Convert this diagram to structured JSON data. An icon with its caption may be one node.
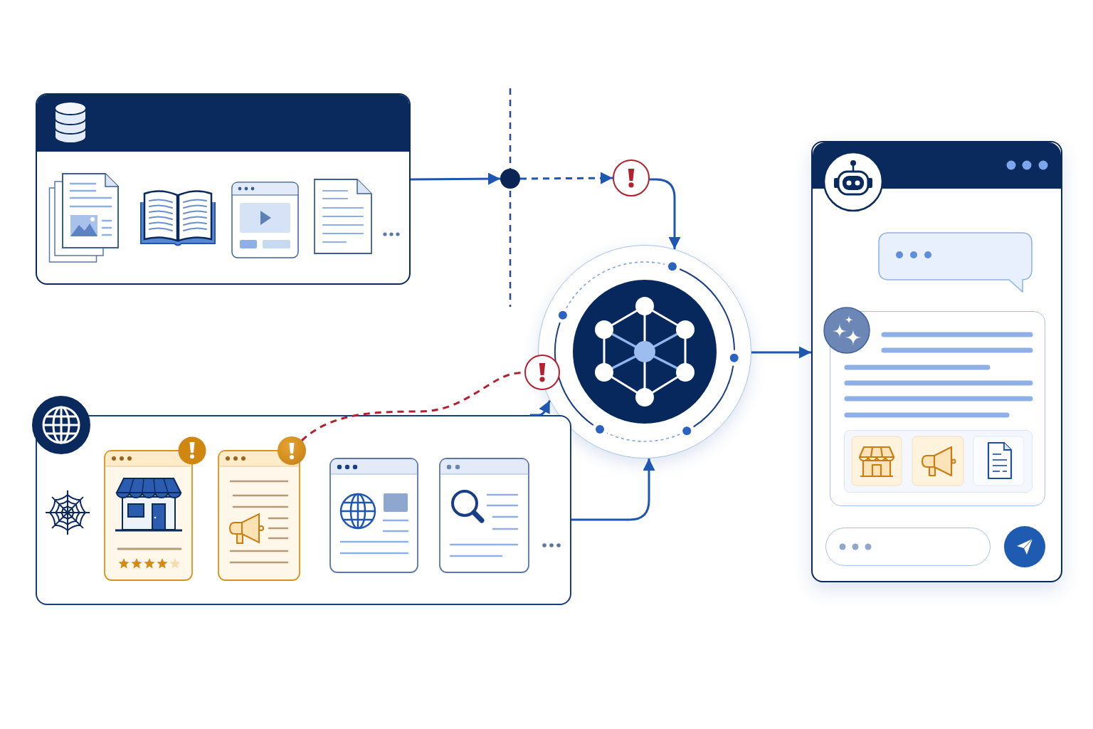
{
  "diagram": {
    "nodes": [
      {
        "text": [],
        "shape": "box"
      },
      {
        "text": [],
        "shape": "circle"
      },
      {
        "text": [],
        "shape": "circle"
      },
      {
        "text": [],
        "shape": "circle"
      },
      {
        "text": [],
        "shape": "circle"
      },
      {
        "text": [],
        "shape": "box"
      },
      {
        "text": [],
        "shape": "circle",
        "in": 5
      },
      {
        "text": [],
        "shape": "box"
      }
    ],
    "edges": [
      {
        "from": 0,
        "to": 1,
        "arrow": "to"
      },
      {
        "from": 1,
        "to": 2,
        "arrow": "to",
        "style": "dashed"
      },
      {
        "from": 2,
        "to": 3,
        "arrow": "to"
      },
      {
        "from": 6,
        "to": 4,
        "arrow": "none",
        "style": "dashed",
        "color": "#b3202e"
      },
      {
        "from": 5,
        "to": 3,
        "arrow": "to"
      },
      {
        "from": 5,
        "to": 3,
        "arrow": "to"
      },
      {
        "from": 3,
        "to": 7,
        "arrow": "to"
      }
    ]
  }
}
